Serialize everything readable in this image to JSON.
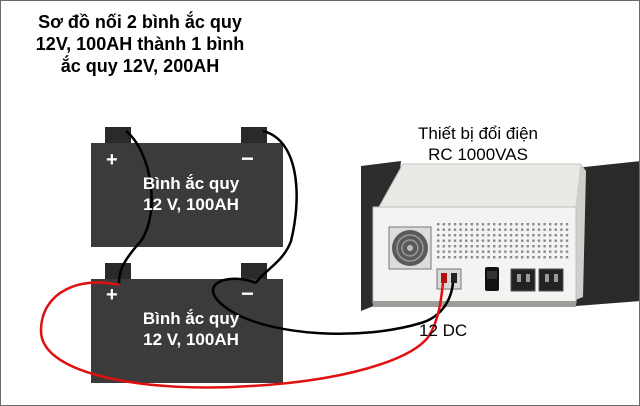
{
  "title": {
    "line1": "Sơ đồ nối 2 bình ắc quy",
    "line2": "12V, 100AH thành 1 bình",
    "line3": "ắc quy 12V, 200AH"
  },
  "inverter": {
    "line1": "Thiết bị đổi điện",
    "line2": "RC 1000VAS"
  },
  "battery_top": {
    "line1": "Bình ắc quy",
    "line2": "12 V, 100AH",
    "plus": "+",
    "minus": "−"
  },
  "battery_bottom": {
    "line1": "Bình ắc quy",
    "line2": "12 V, 100AH",
    "plus": "+",
    "minus": "−"
  },
  "dc_label": "12 DC",
  "colors": {
    "battery_body": "#3b3b3b",
    "terminal": "#2a2a2a",
    "positive_wire": "#e01010",
    "negative_wire": "#000000",
    "inverter_body": "#efefed"
  }
}
